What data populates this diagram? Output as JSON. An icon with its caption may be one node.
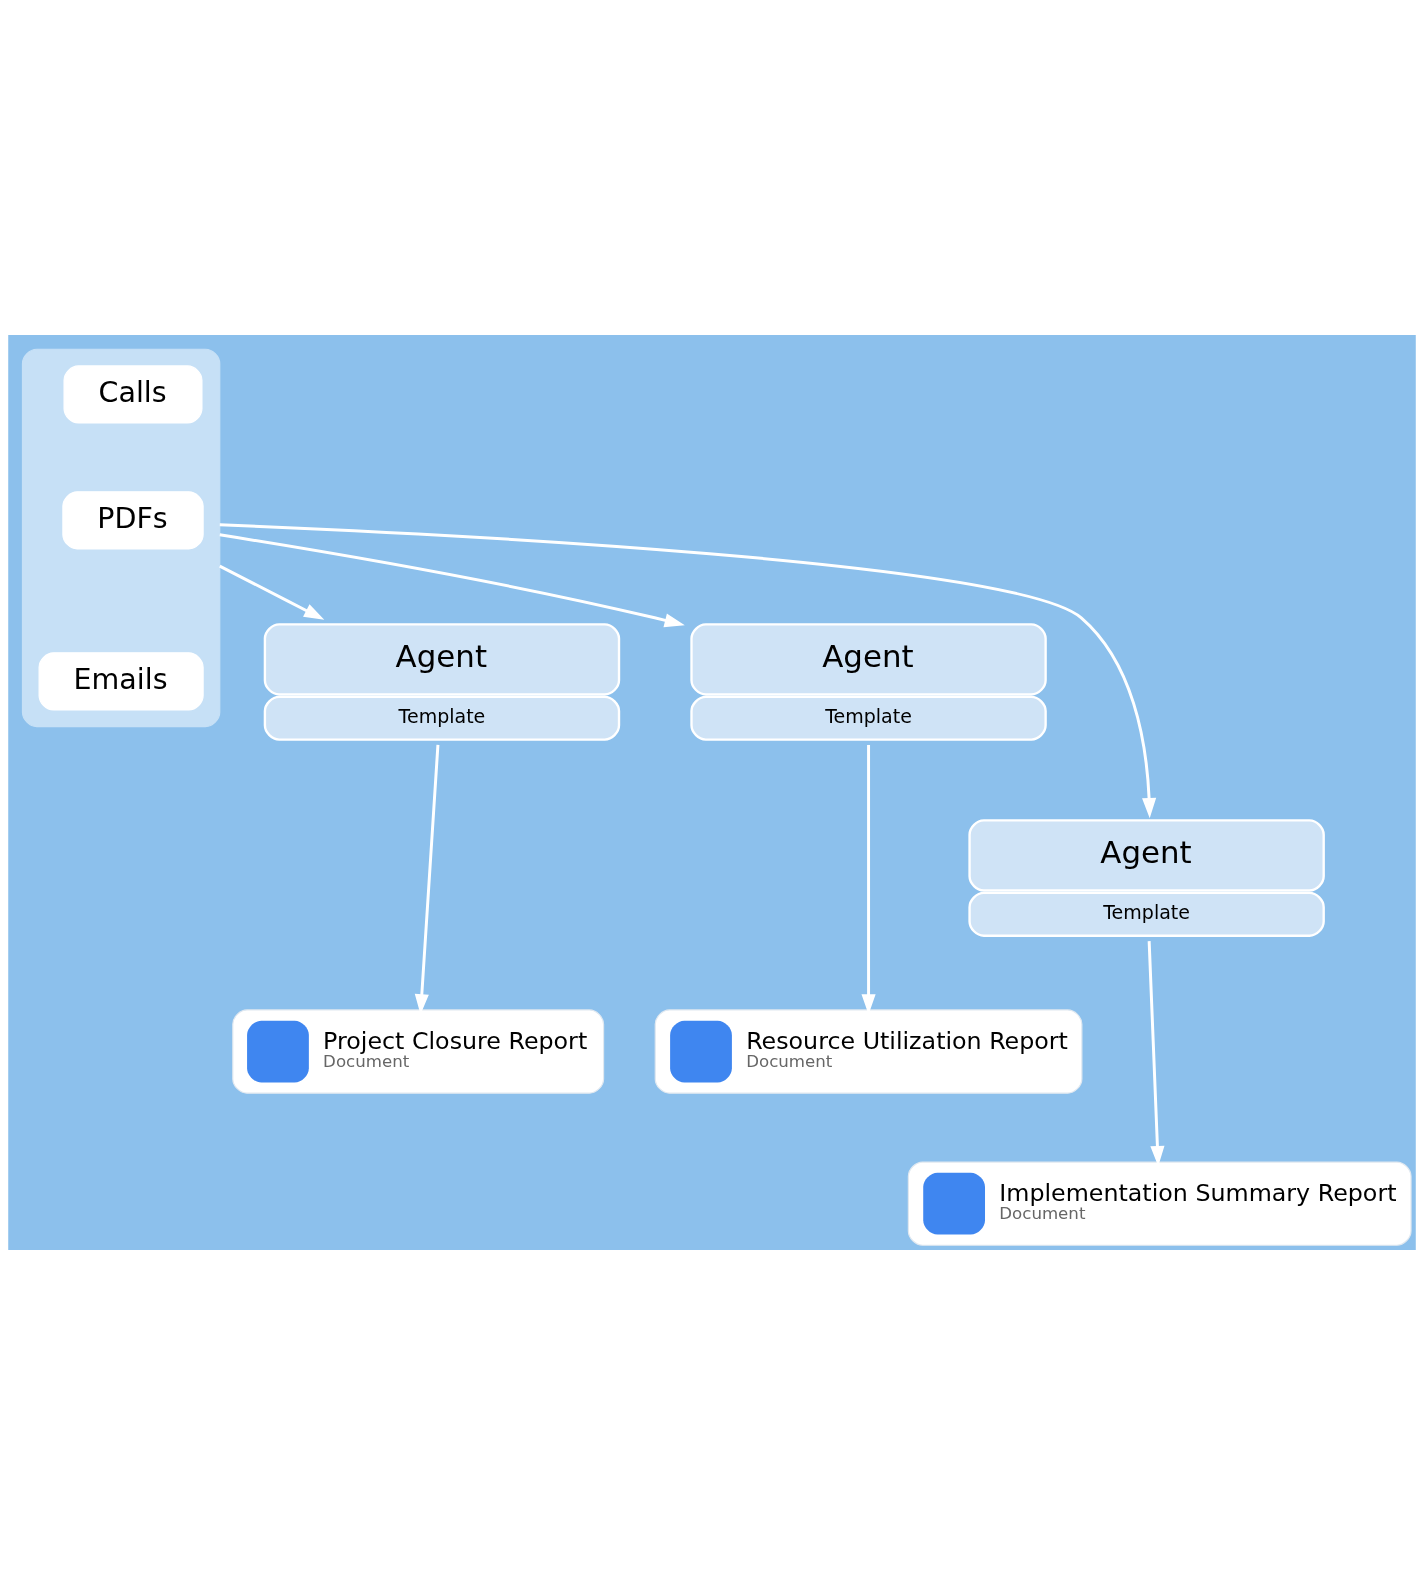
{
  "diagram": {
    "nodes": [
      {
        "text": [],
        "shape": "box"
      },
      {
        "text": [
          "Calls"
        ],
        "in": 0
      },
      {
        "text": [
          "PDFs"
        ],
        "in": 0
      },
      {
        "text": [
          "Emails"
        ],
        "in": 0
      },
      {
        "text": [
          "Agent",
          "Template"
        ]
      },
      {
        "text": [
          "Agent",
          "Template"
        ]
      },
      {
        "text": [
          "Agent",
          "Template"
        ]
      },
      {
        "text": [
          "Project Closure Report",
          "Document"
        ]
      },
      {
        "text": [
          "Resource Utilization Report",
          "Document"
        ]
      },
      {
        "text": [
          "Implementation Summary Report",
          "Document"
        ]
      }
    ],
    "edges": [
      {
        "from": 0,
        "to": 4,
        "arrow": "to"
      },
      {
        "from": 0,
        "to": 6,
        "arrow": "to"
      },
      {
        "from": 0,
        "to": 5,
        "arrow": "to"
      },
      {
        "from": 4,
        "to": 7,
        "arrow": "to"
      },
      {
        "from": 6,
        "to": 9,
        "arrow": "to"
      },
      {
        "from": 5,
        "to": 8,
        "arrow": "to"
      }
    ]
  }
}
